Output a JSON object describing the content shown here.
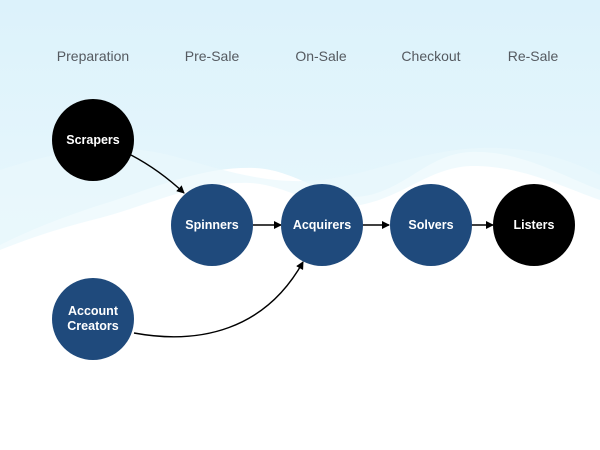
{
  "stages": [
    "Preparation",
    "Pre-Sale",
    "On-Sale",
    "Checkout",
    "Re-Sale"
  ],
  "nodes": {
    "scrapers": {
      "label": "Scrapers",
      "color": "#000000"
    },
    "account_creators": {
      "label_line1": "Account",
      "label_line2": "Creators",
      "color": "#1f4a7c"
    },
    "spinners": {
      "label": "Spinners",
      "color": "#1f4a7c"
    },
    "acquirers": {
      "label": "Acquirers",
      "color": "#1f4a7c"
    },
    "solvers": {
      "label": "Solvers",
      "color": "#1f4a7c"
    },
    "listers": {
      "label": "Listers",
      "color": "#000000"
    }
  },
  "colors": {
    "sky": "#dff3fb",
    "node_blue": "#1f4a7c",
    "node_black": "#000000",
    "arrow": "#000000",
    "stage_text": "#555a60"
  }
}
